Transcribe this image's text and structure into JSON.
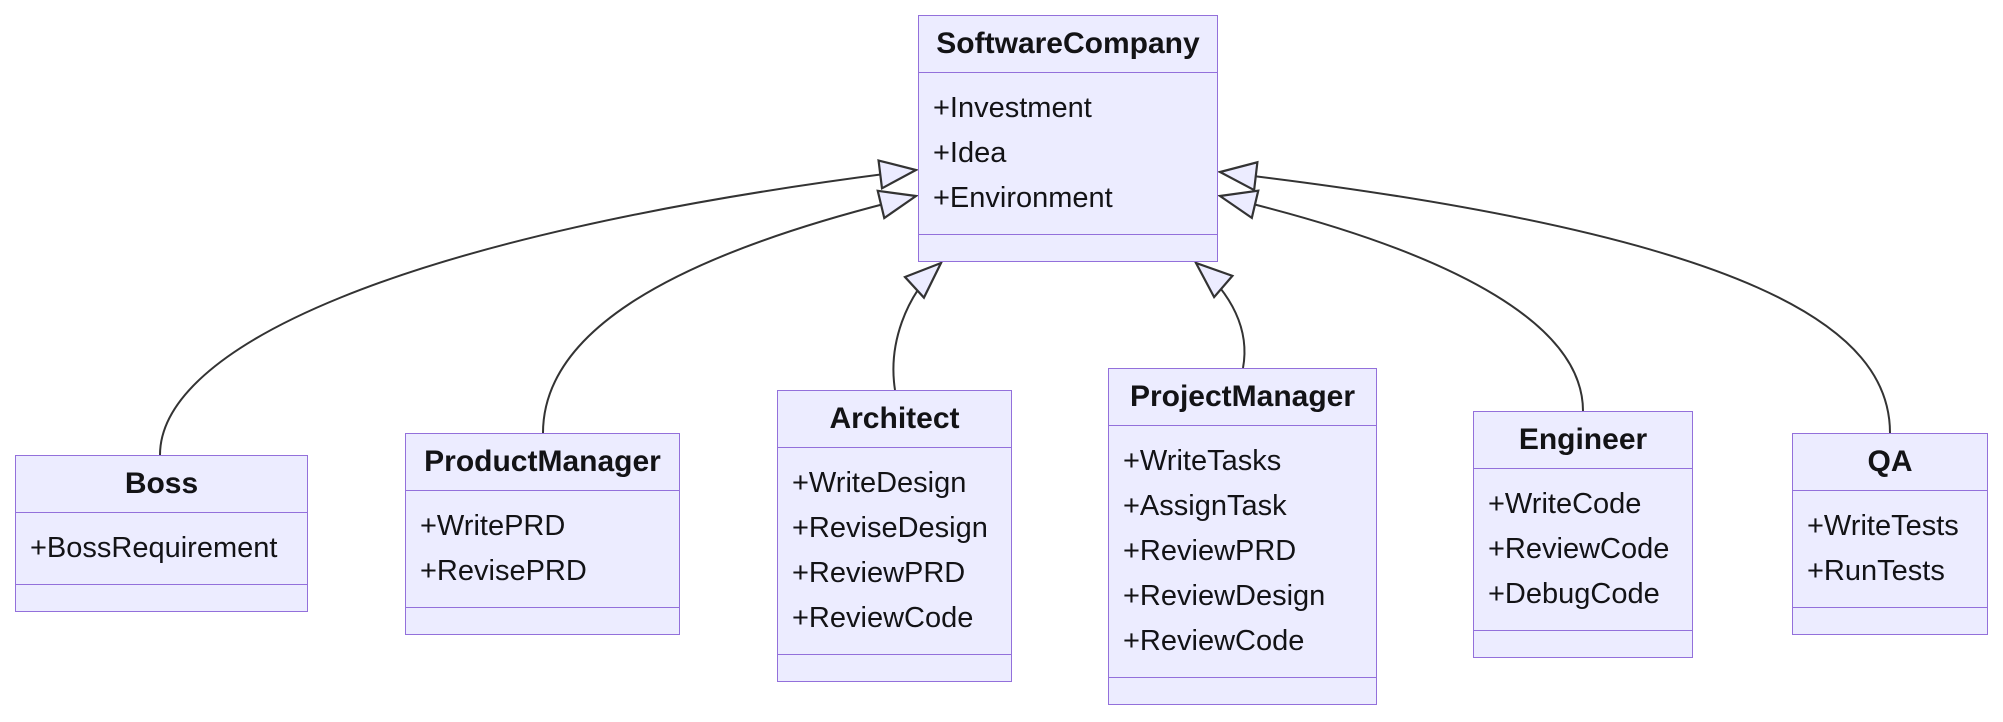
{
  "diagram": {
    "type": "uml-class-diagram",
    "colors": {
      "node_fill": "#ECECFF",
      "node_border": "#9370DB",
      "edge_color": "#333333",
      "text_color": "#131316",
      "background": "#ffffff"
    },
    "classes": {
      "software_company": {
        "name": "SoftwareCompany",
        "attributes": [
          "+Investment",
          "+Idea",
          "+Environment"
        ],
        "methods": []
      },
      "boss": {
        "name": "Boss",
        "attributes": [
          "+BossRequirement"
        ],
        "methods": []
      },
      "product_manager": {
        "name": "ProductManager",
        "attributes": [
          "+WritePRD",
          "+RevisePRD"
        ],
        "methods": []
      },
      "architect": {
        "name": "Architect",
        "attributes": [
          "+WriteDesign",
          "+ReviseDesign",
          "+ReviewPRD",
          "+ReviewCode"
        ],
        "methods": []
      },
      "project_manager": {
        "name": "ProjectManager",
        "attributes": [
          "+WriteTasks",
          "+AssignTask",
          "+ReviewPRD",
          "+ReviewDesign",
          "+ReviewCode"
        ],
        "methods": []
      },
      "engineer": {
        "name": "Engineer",
        "attributes": [
          "+WriteCode",
          "+ReviewCode",
          "+DebugCode"
        ],
        "methods": []
      },
      "qa": {
        "name": "QA",
        "attributes": [
          "+WriteTests",
          "+RunTests"
        ],
        "methods": []
      }
    },
    "relations": [
      {
        "from": "Boss",
        "to": "SoftwareCompany",
        "type": "inheritance"
      },
      {
        "from": "ProductManager",
        "to": "SoftwareCompany",
        "type": "inheritance"
      },
      {
        "from": "Architect",
        "to": "SoftwareCompany",
        "type": "inheritance"
      },
      {
        "from": "ProjectManager",
        "to": "SoftwareCompany",
        "type": "inheritance"
      },
      {
        "from": "Engineer",
        "to": "SoftwareCompany",
        "type": "inheritance"
      },
      {
        "from": "QA",
        "to": "SoftwareCompany",
        "type": "inheritance"
      }
    ]
  }
}
